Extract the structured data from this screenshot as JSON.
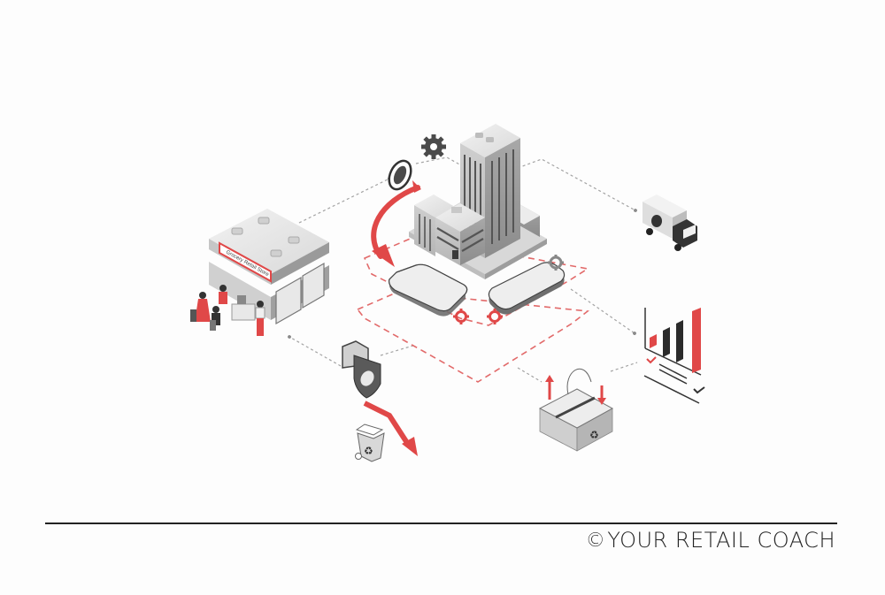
{
  "diagram": {
    "theme": {
      "accent": "#e04848",
      "dark": "#2b2b2b",
      "mid": "#8a8a8a",
      "light": "#e6e6e6",
      "dashed_gray": "#9a9a9a"
    },
    "nodes": [
      {
        "id": "retail-store",
        "label": "Grocery Retail Store",
        "sign_text": "Grocery Retail Store",
        "icon": "storefront-with-customers"
      },
      {
        "id": "headquarters",
        "label": "Headquarters",
        "icon": "office-tower-complex"
      },
      {
        "id": "platform-left",
        "icon": "rounded-slab-platform"
      },
      {
        "id": "platform-right",
        "icon": "rounded-slab-platform"
      },
      {
        "id": "gear-top",
        "icon": "gear-icon"
      },
      {
        "id": "gear-right",
        "icon": "gear-icon"
      },
      {
        "id": "gear-red-1",
        "icon": "gear-icon"
      },
      {
        "id": "gear-red-2",
        "icon": "gear-icon"
      },
      {
        "id": "eco-leaf",
        "icon": "leaf-badge-icon"
      },
      {
        "id": "delivery-truck",
        "icon": "truck-icon"
      },
      {
        "id": "analytics-chart",
        "icon": "bar-chart-checklist-icon"
      },
      {
        "id": "packaging-box",
        "icon": "recyclable-box-icon"
      },
      {
        "id": "eco-shield",
        "icon": "leaf-shield-icon"
      },
      {
        "id": "recycling-bin",
        "icon": "recycle-bin-icon"
      }
    ],
    "flows": [
      {
        "from": "retail-store",
        "to": "eco-leaf",
        "style": "dashed-gray"
      },
      {
        "from": "headquarters",
        "to": "delivery-truck",
        "style": "dashed-gray"
      },
      {
        "from": "platforms",
        "to": "analytics-chart",
        "style": "dashed-gray"
      },
      {
        "from": "eco-shield",
        "to": "retail-store",
        "style": "dashed-gray"
      },
      {
        "from": "platforms",
        "to": "packaging-box",
        "style": "dashed-gray"
      },
      {
        "from": "eco-leaf",
        "to": "platform-left",
        "style": "red-curved-arrow"
      },
      {
        "from": "eco-shield",
        "to": "recycling-bin",
        "style": "red-arrow"
      }
    ]
  },
  "footer": {
    "copyright_symbol": "©",
    "brand": "YOUR RETAIL COACH"
  }
}
